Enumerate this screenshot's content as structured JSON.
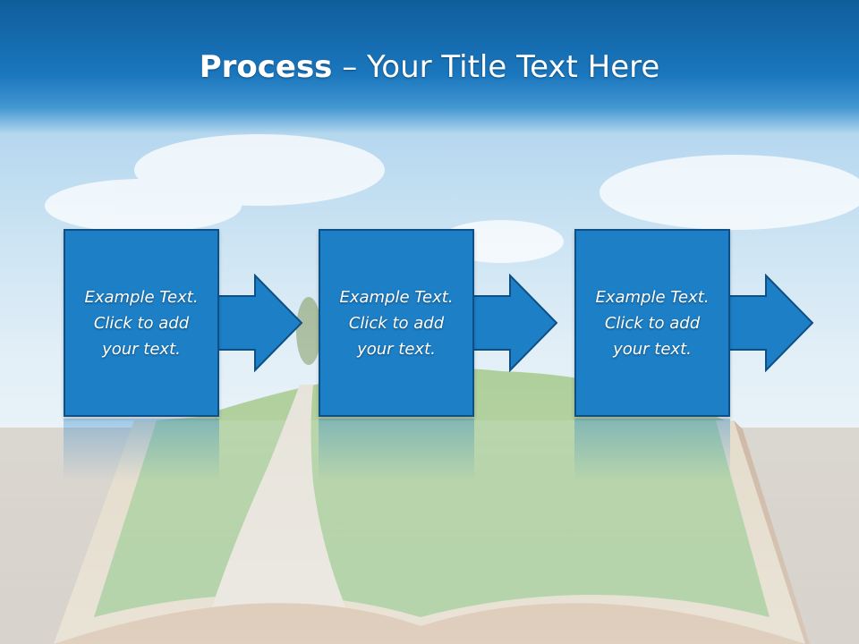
{
  "slide": {
    "title_bold": "Process",
    "title_rest": " – Your Title Text Here"
  },
  "steps": [
    {
      "lines": [
        "Example Text.",
        "Click  to add",
        "your text."
      ]
    },
    {
      "lines": [
        "Example Text.",
        "Click  to add",
        "your text."
      ]
    },
    {
      "lines": [
        "Example Text.",
        "Click  to add",
        "your text."
      ]
    }
  ],
  "colors": {
    "header": "#1a76bd",
    "box_fill": "#1d7fc6",
    "box_border": "#0e4f86",
    "text": "#ffffff"
  },
  "icons": [
    "right-arrow-icon"
  ]
}
